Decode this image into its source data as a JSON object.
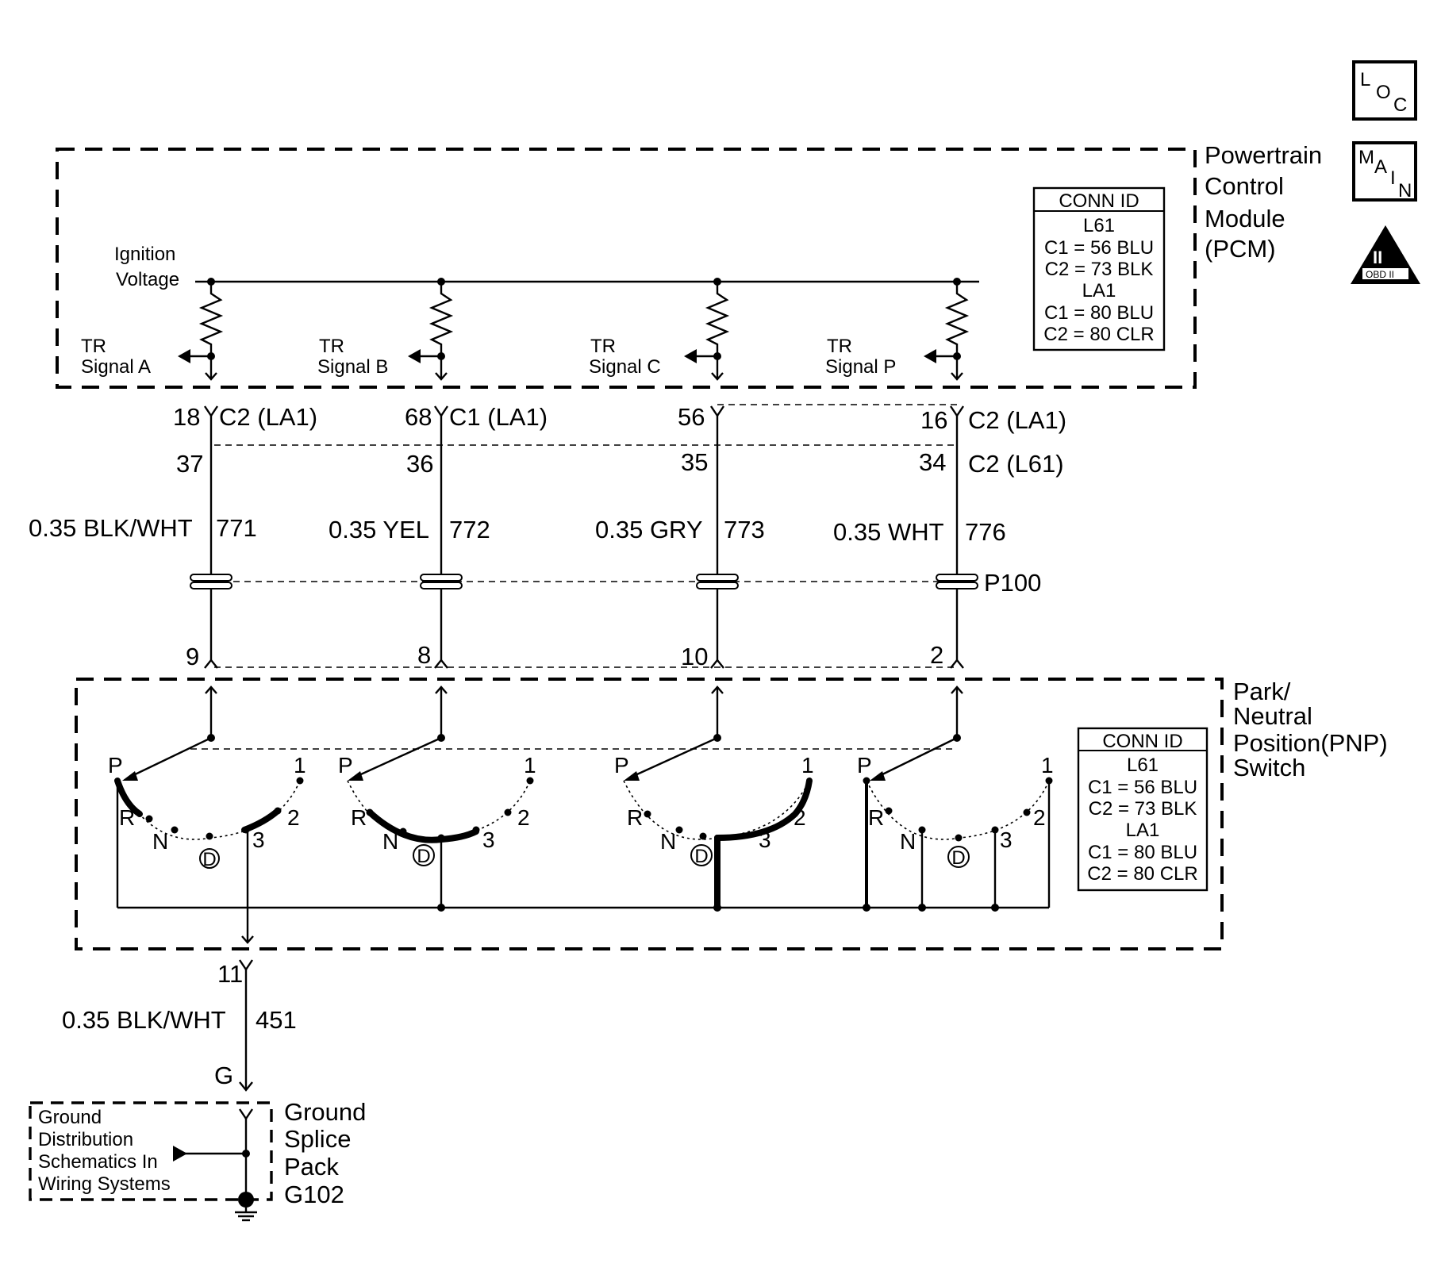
{
  "badges": {
    "loc": [
      "L",
      "O",
      "C"
    ],
    "main": [
      "M",
      "A",
      "I",
      "N"
    ],
    "obd": [
      "II",
      "OBD II"
    ]
  },
  "pcm": {
    "title": [
      "Powertrain",
      "Control",
      "Module",
      "(PCM)"
    ],
    "ignition": [
      "Ignition",
      "Voltage"
    ],
    "signals": [
      {
        "tr": "TR",
        "name": "Signal A"
      },
      {
        "tr": "TR",
        "name": "Signal B"
      },
      {
        "tr": "TR",
        "name": "Signal C"
      },
      {
        "tr": "TR",
        "name": "Signal P"
      }
    ],
    "conn_id": [
      "CONN ID",
      "L61",
      "C1 = 56 BLU",
      "C2 = 73 BLK",
      "LA1",
      "C1 = 80 BLU",
      "C2 = 80 CLR"
    ]
  },
  "pins": {
    "la1": [
      "18",
      "68",
      "56",
      "16"
    ],
    "la1_conn": [
      "C2 (LA1)",
      "C1 (LA1)",
      "C2 (LA1)"
    ],
    "l61": [
      "37",
      "36",
      "35",
      "34"
    ],
    "l61_conn": "C2 (L61)"
  },
  "wires": [
    {
      "gauge": "0.35 BLK/WHT",
      "circuit": "771"
    },
    {
      "gauge": "0.35 YEL",
      "circuit": "772"
    },
    {
      "gauge": "0.35 GRY",
      "circuit": "773"
    },
    {
      "gauge": "0.35 WHT",
      "circuit": "776"
    }
  ],
  "p100": "P100",
  "pnp": {
    "pins": [
      "9",
      "8",
      "10",
      "2"
    ],
    "title": [
      "Park/",
      "Neutral",
      "Position(PNP)",
      "Switch"
    ],
    "positions": [
      "P",
      "R",
      "N",
      "D",
      "3",
      "2",
      "1"
    ],
    "conn_id": [
      "CONN ID",
      "L61",
      "C1 = 56 BLU",
      "C2 = 73 BLK",
      "LA1",
      "C1 = 80 BLU",
      "C2 = 80 CLR"
    ]
  },
  "ground": {
    "pin": "11",
    "gauge": "0.35 BLK/WHT",
    "circuit": "451",
    "connector": "G",
    "splice_title": [
      "Ground",
      "Splice",
      "Pack",
      "G102"
    ],
    "ref": [
      "Ground",
      "Distribution",
      "Schematics In",
      "Wiring Systems"
    ]
  }
}
